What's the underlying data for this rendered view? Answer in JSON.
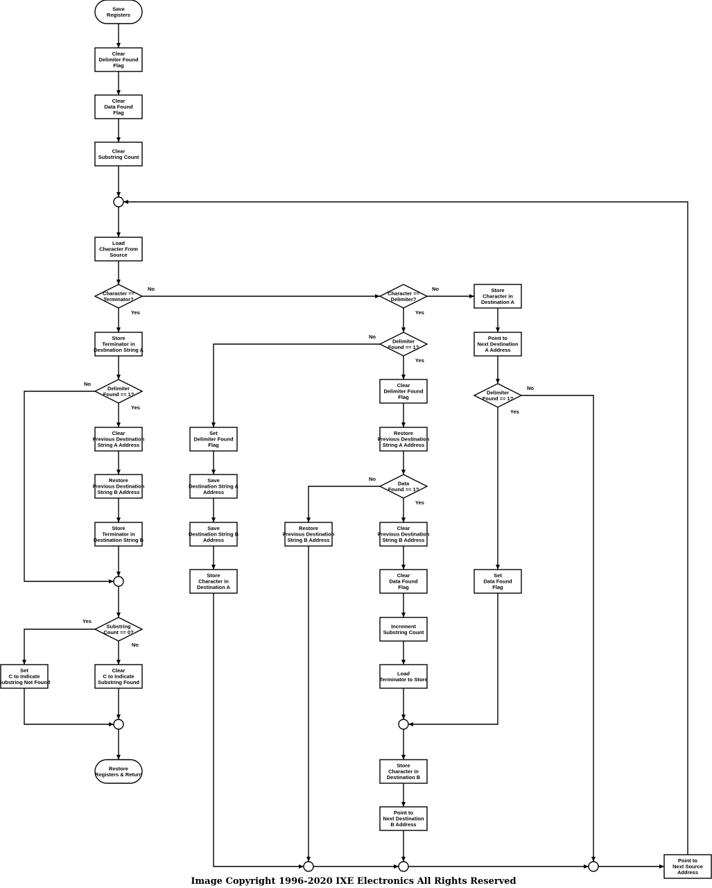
{
  "copyright": "Image Copyright 1996-2020 IXE Electronics All Rights Reserved",
  "nodes": {
    "save_registers": [
      "Save",
      "Registers"
    ],
    "clear_delim_flag_1": [
      "Clear",
      "Delimiter Found",
      "Flag"
    ],
    "clear_data_flag_1": [
      "Clear",
      "Data Found",
      "Flag"
    ],
    "clear_substring_count": [
      "Clear",
      "Substring Count"
    ],
    "load_char": [
      "Load",
      "Character From",
      "Source"
    ],
    "char_eq_term": [
      "Character ==",
      "Terminator?"
    ],
    "store_term_a": [
      "Store",
      "Terminator in",
      "Destination String A"
    ],
    "delim_found_1": [
      "Delimiter",
      "Found == 1?"
    ],
    "clear_prev_a": [
      "Clear",
      "Previous Destination",
      "String A Address"
    ],
    "restore_prev_b_1": [
      "Restore",
      "Previous Destination",
      "String B Address"
    ],
    "store_term_b": [
      "Store",
      "Terminator in",
      "Destination String B"
    ],
    "substring_count_0": [
      "Substring",
      "Count == 0?"
    ],
    "set_c_not_found": [
      "Set",
      "C to Indicate",
      "Substring Not Found"
    ],
    "clear_c_found": [
      "Clear",
      "C to Indicate",
      "Substring Found"
    ],
    "restore_registers": [
      "Restore",
      "Registers & Return"
    ],
    "set_delim_flag": [
      "Set",
      "Delimiter Found",
      "Flag"
    ],
    "save_dest_a": [
      "Save",
      "Destination String A",
      "Address"
    ],
    "save_dest_b": [
      "Save",
      "Destination String B",
      "Address"
    ],
    "store_char_a_mid": [
      "Store",
      "Character in",
      "Destination A"
    ],
    "restore_prev_b_2": [
      "Restore",
      "Previous Destination",
      "String B Address"
    ],
    "char_eq_delim": [
      "Character ==",
      "Delimiter?"
    ],
    "delim_found_2": [
      "Delimiter",
      "Found == 1?"
    ],
    "clear_delim_flag_2": [
      "Clear",
      "Delimiter Found",
      "Flag"
    ],
    "restore_prev_a": [
      "Restore",
      "Previous Destination",
      "String A Address"
    ],
    "data_found_1": [
      "Data",
      "Found == 1?"
    ],
    "clear_prev_b": [
      "Clear",
      "Previous Destination",
      "String B Address"
    ],
    "clear_data_flag_2": [
      "Clear",
      "Data Found",
      "Flag"
    ],
    "inc_substring_count": [
      "Increment",
      "Substring Count"
    ],
    "load_term_store": [
      "Load",
      "Terminator to Store"
    ],
    "store_char_b": [
      "Store",
      "Character in",
      "Destination B"
    ],
    "point_next_b": [
      "Point to",
      "Next Destination",
      "B Address"
    ],
    "store_char_a_right": [
      "Store",
      "Character in",
      "Destination A"
    ],
    "point_next_a": [
      "Point to",
      "Next Destination",
      "A Address"
    ],
    "delim_found_3": [
      "Delimiter",
      "Found == 1?"
    ],
    "set_data_flag": [
      "Set",
      "Data Found",
      "Flag"
    ],
    "point_next_src": [
      "Point to",
      "Next Source",
      "Address"
    ]
  },
  "labels": {
    "yes": "Yes",
    "no": "No"
  }
}
